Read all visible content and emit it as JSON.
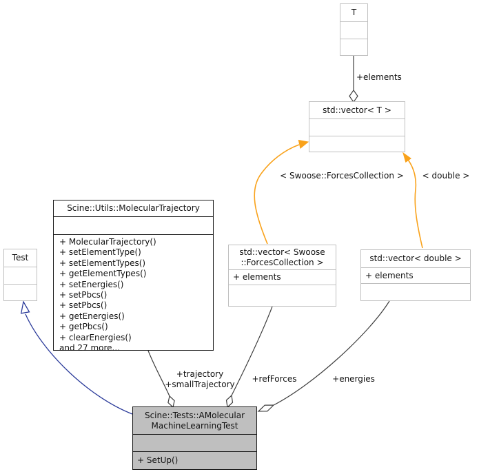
{
  "colors": {
    "edge": "#3f3f3f",
    "orange": "#f9a21b",
    "blue": "#2b3b9a",
    "border_light": "#bfbfbf",
    "border_dark": "#1a1a1a",
    "fill_white": "#ffffff",
    "fill_gray": "#bfbfbf",
    "text": "#111111"
  },
  "nodes": {
    "t": {
      "title": "T"
    },
    "vector_t": {
      "title": "std::vector< T >"
    },
    "vector_forces": {
      "title_lines": [
        "std::vector< Swoose",
        "::ForcesCollection >"
      ],
      "attributes": [
        "+ elements"
      ]
    },
    "vector_double": {
      "title": "std::vector< double >",
      "attributes": [
        "+ elements"
      ]
    },
    "test": {
      "title": "Test"
    },
    "molecular_trajectory": {
      "title": "Scine::Utils::MolecularTrajectory",
      "methods": [
        "+ MolecularTrajectory()",
        "+ setElementType()",
        "+ setElementTypes()",
        "+ getElementTypes()",
        "+ setEnergies()",
        "+ setPbcs()",
        "+ setPbcs()",
        "+ getEnergies()",
        "+ getPbcs()",
        "+ clearEnergies()",
        "and 27 more..."
      ]
    },
    "main": {
      "title_lines": [
        "Scine::Tests::AMolecular",
        "MachineLearningTest"
      ],
      "methods": [
        "+ SetUp()"
      ]
    }
  },
  "edge_labels": {
    "elements": "+elements",
    "template_forces": "< Swoose::ForcesCollection >",
    "template_double": "< double >",
    "trajectory_lines": [
      "+trajectory",
      "+smallTrajectory"
    ],
    "ref_forces": "+refForces",
    "energies": "+energies"
  }
}
